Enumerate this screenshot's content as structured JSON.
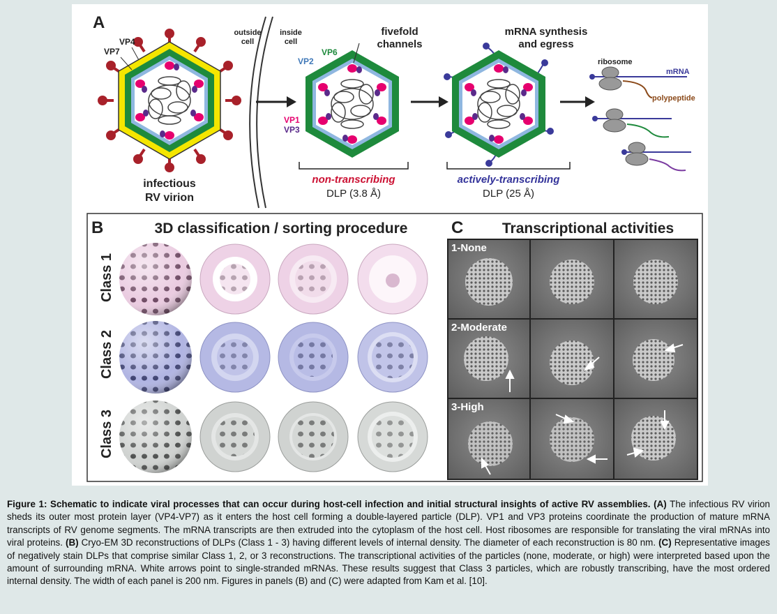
{
  "panel_a": {
    "letter": "A",
    "vp4": "VP4",
    "vp7": "VP7",
    "vp6": "VP6",
    "vp2": "VP2",
    "vp1": "VP1",
    "vp3": "VP3",
    "outside_cell_1": "outside",
    "outside_cell_2": "cell",
    "inside_cell_1": "inside",
    "inside_cell_2": "cell",
    "fivefold_1": "fivefold",
    "fivefold_2": "channels",
    "mrna_synth_1": "mRNA synthesis",
    "mrna_synth_2": "and egress",
    "ribosome": "ribosome",
    "mrna": "mRNA",
    "polypeptide": "polypeptide",
    "infectious_1": "infectious",
    "infectious_2": "RV virion",
    "non_transcribing": "non-transcribing",
    "dlp_38": "DLP (3.8 Å)",
    "actively_transcribing": "actively-transcribing",
    "dlp_25": "DLP (25 Å)"
  },
  "panel_b": {
    "letter": "B",
    "title": "3D classification / sorting procedure",
    "class1": "Class 1",
    "class2": "Class 2",
    "class3": "Class 3"
  },
  "panel_c": {
    "letter": "C",
    "title": "Transcriptional activities",
    "row1": "1-None",
    "row2": "2-Moderate",
    "row3": "3-High"
  },
  "caption": {
    "lead": "Figure 1:  Schematic to indicate viral processes that can occur during host-cell infection and initial structural insights of active RV assemblies.",
    "a_tag": "(A)",
    "a_text": " The infectious RV virion sheds its outer most protein layer (VP4-VP7) as it enters the host cell forming a double-layered particle (DLP). VP1 and VP3 proteins coordinate the production of mature mRNA transcripts of RV genome segments. The mRNA transcripts are then extruded into the cytoplasm of the host cell. Host ribosomes are responsible for translating the viral mRNAs into viral proteins. ",
    "b_tag": "(B)",
    "b_text": " Cryo-EM 3D reconstructions of DLPs (Class 1 - 3) having different levels of internal density. The diameter of each reconstruction is 80 nm. ",
    "c_tag": "(C)",
    "c_text": " Representative images of negatively stain DLPs that comprise similar Class 1, 2, or 3 reconstructions. The transcriptional activities of the particles (none, moderate, or high) were interpreted based upon the amount of surrounding mRNA. White arrows point to single-stranded mRNAs. These results suggest that Class 3 particles, which are robustly transcribing, have the most ordered internal density. The width of each panel is 200 nm. Figures in panels (B) and (C) were adapted from Kam et al. [10]."
  },
  "colors": {
    "vp7_yellow": "#f5e600",
    "vp6_green": "#1e8a3c",
    "vp2_blue": "#8fb7e0",
    "vp4_red": "#a8212a",
    "vp1_pink": "#e6006e",
    "vp3_purple": "#5a2a8a",
    "mrna_blue": "#3a3a9a",
    "class1_pink": "#e9c6df",
    "class2_blue": "#a9aede",
    "class3_gray": "#c9ccca",
    "non_transcribing_red": "#cc1133",
    "actively_blue": "#33339a"
  }
}
